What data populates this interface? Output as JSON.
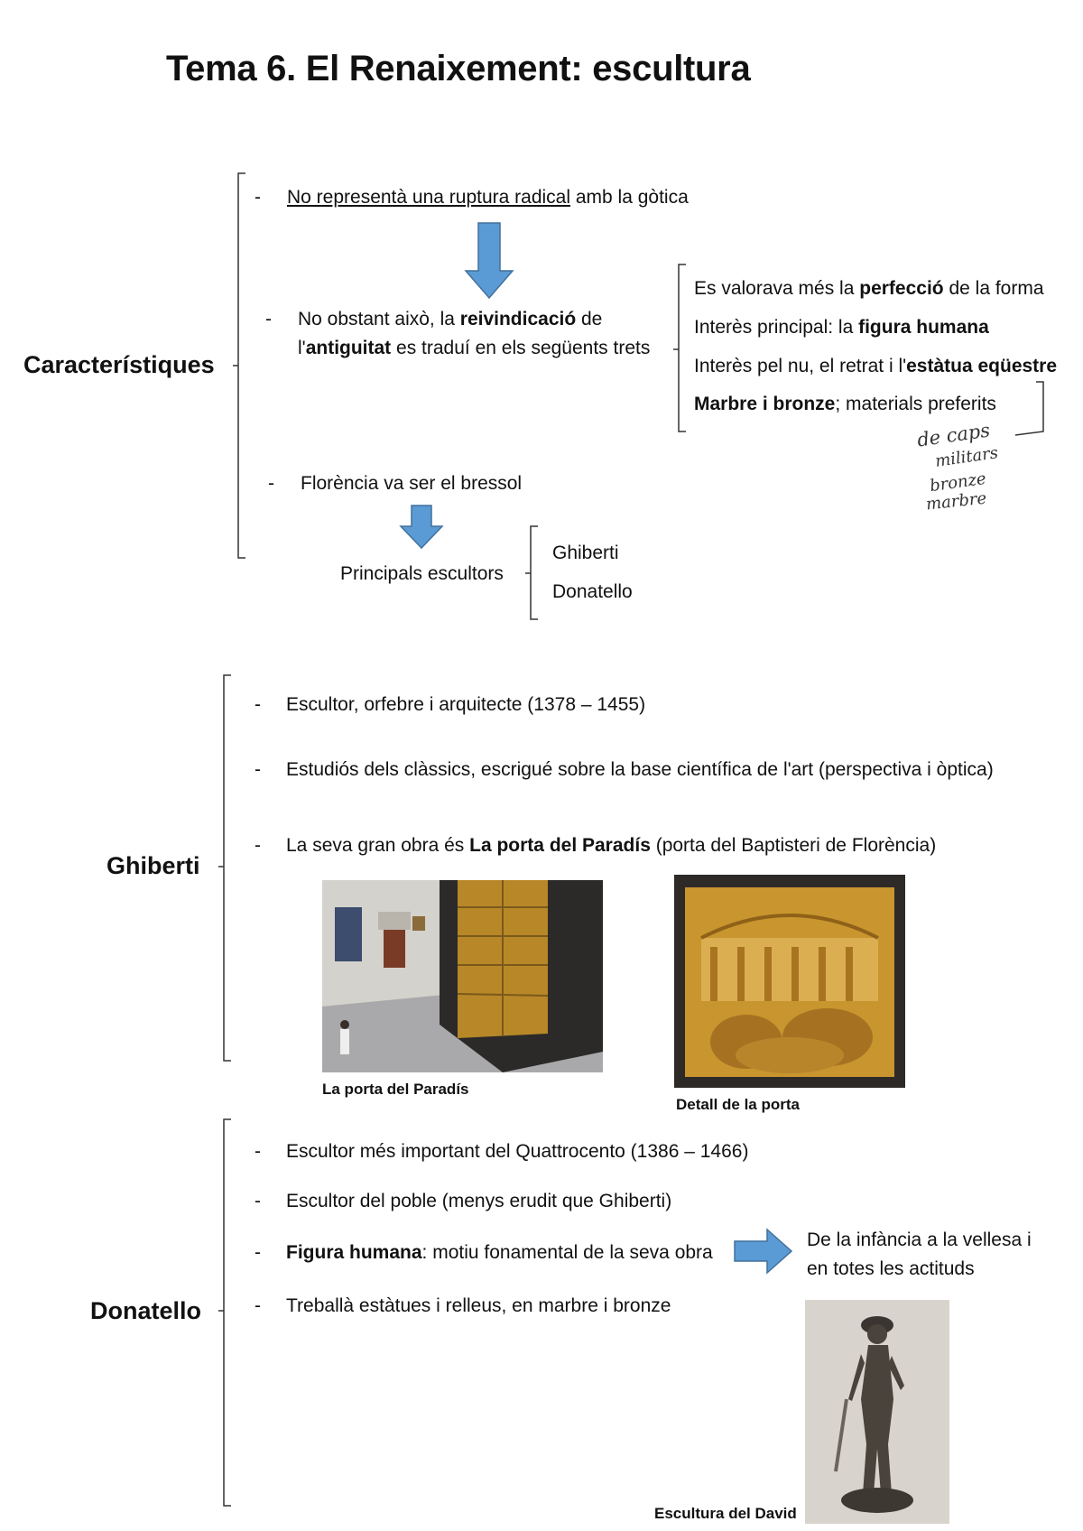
{
  "title": "Tema 6. El Renaixement: escultura",
  "dash": "-",
  "caracteristiques": {
    "heading": "Característiques",
    "item1": {
      "underlined": "No representà una ruptura radical",
      "rest": " amb la gòtica"
    },
    "item2": {
      "line1_a": "No obstant això, la ",
      "line1_b": "reivindicació",
      "line1_c": " de",
      "line2_a": "l'",
      "line2_b": "antiguitat",
      "line2_c": " es traduí en els següents trets"
    },
    "traits": [
      {
        "a": "Es valorava més la ",
        "b": "perfecció",
        "c": " de la forma"
      },
      {
        "a": "Interès principal: la ",
        "b": "figura humana",
        "c": ""
      },
      {
        "a": "Interès pel nu, el retrat i l'",
        "b": "estàtua eqüestre",
        "c": ""
      },
      {
        "a": "",
        "b": "Marbre i bronze",
        "c": "; materials preferits"
      }
    ],
    "handwritten": [
      "de caps",
      "militars",
      "bronze",
      "marbre"
    ],
    "item3": "Florència va ser el bressol",
    "principals_label": "Principals escultors",
    "sculptors": [
      "Ghiberti",
      "Donatello"
    ]
  },
  "ghiberti": {
    "heading": "Ghiberti",
    "items": [
      "Escultor, orfebre i arquitecte (1378 – 1455)",
      "Estudiós dels clàssics, escrigué sobre la base científica de l'art (perspectiva i òptica)"
    ],
    "item3": {
      "a": "La seva gran obra és ",
      "b": "La porta del Paradís",
      "c": " (porta del Baptisteri de Florència)"
    },
    "captions": [
      "La porta del Paradís",
      "Detall de la porta"
    ]
  },
  "donatello": {
    "heading": "Donatello",
    "items": [
      {
        "a": "",
        "b": "",
        "c": "Escultor més important del Quattrocento (1386 – 1466)"
      },
      {
        "a": "",
        "b": "",
        "c": "Escultor del poble (menys erudit que Ghiberti)"
      },
      {
        "a": "",
        "b": "Figura humana",
        "c": ": motiu fonamental de la seva obra"
      },
      {
        "a": "",
        "b": "",
        "c": "Treballà estàtues i relleus, en marbre i bronze"
      }
    ],
    "note": [
      "De la infància a la vellesa i",
      "en totes les actituds"
    ],
    "caption": "Escultura del David"
  },
  "colors": {
    "arrow": "#5b9bd5",
    "arrow_stroke": "#41719c",
    "gold": "#c9952e"
  }
}
